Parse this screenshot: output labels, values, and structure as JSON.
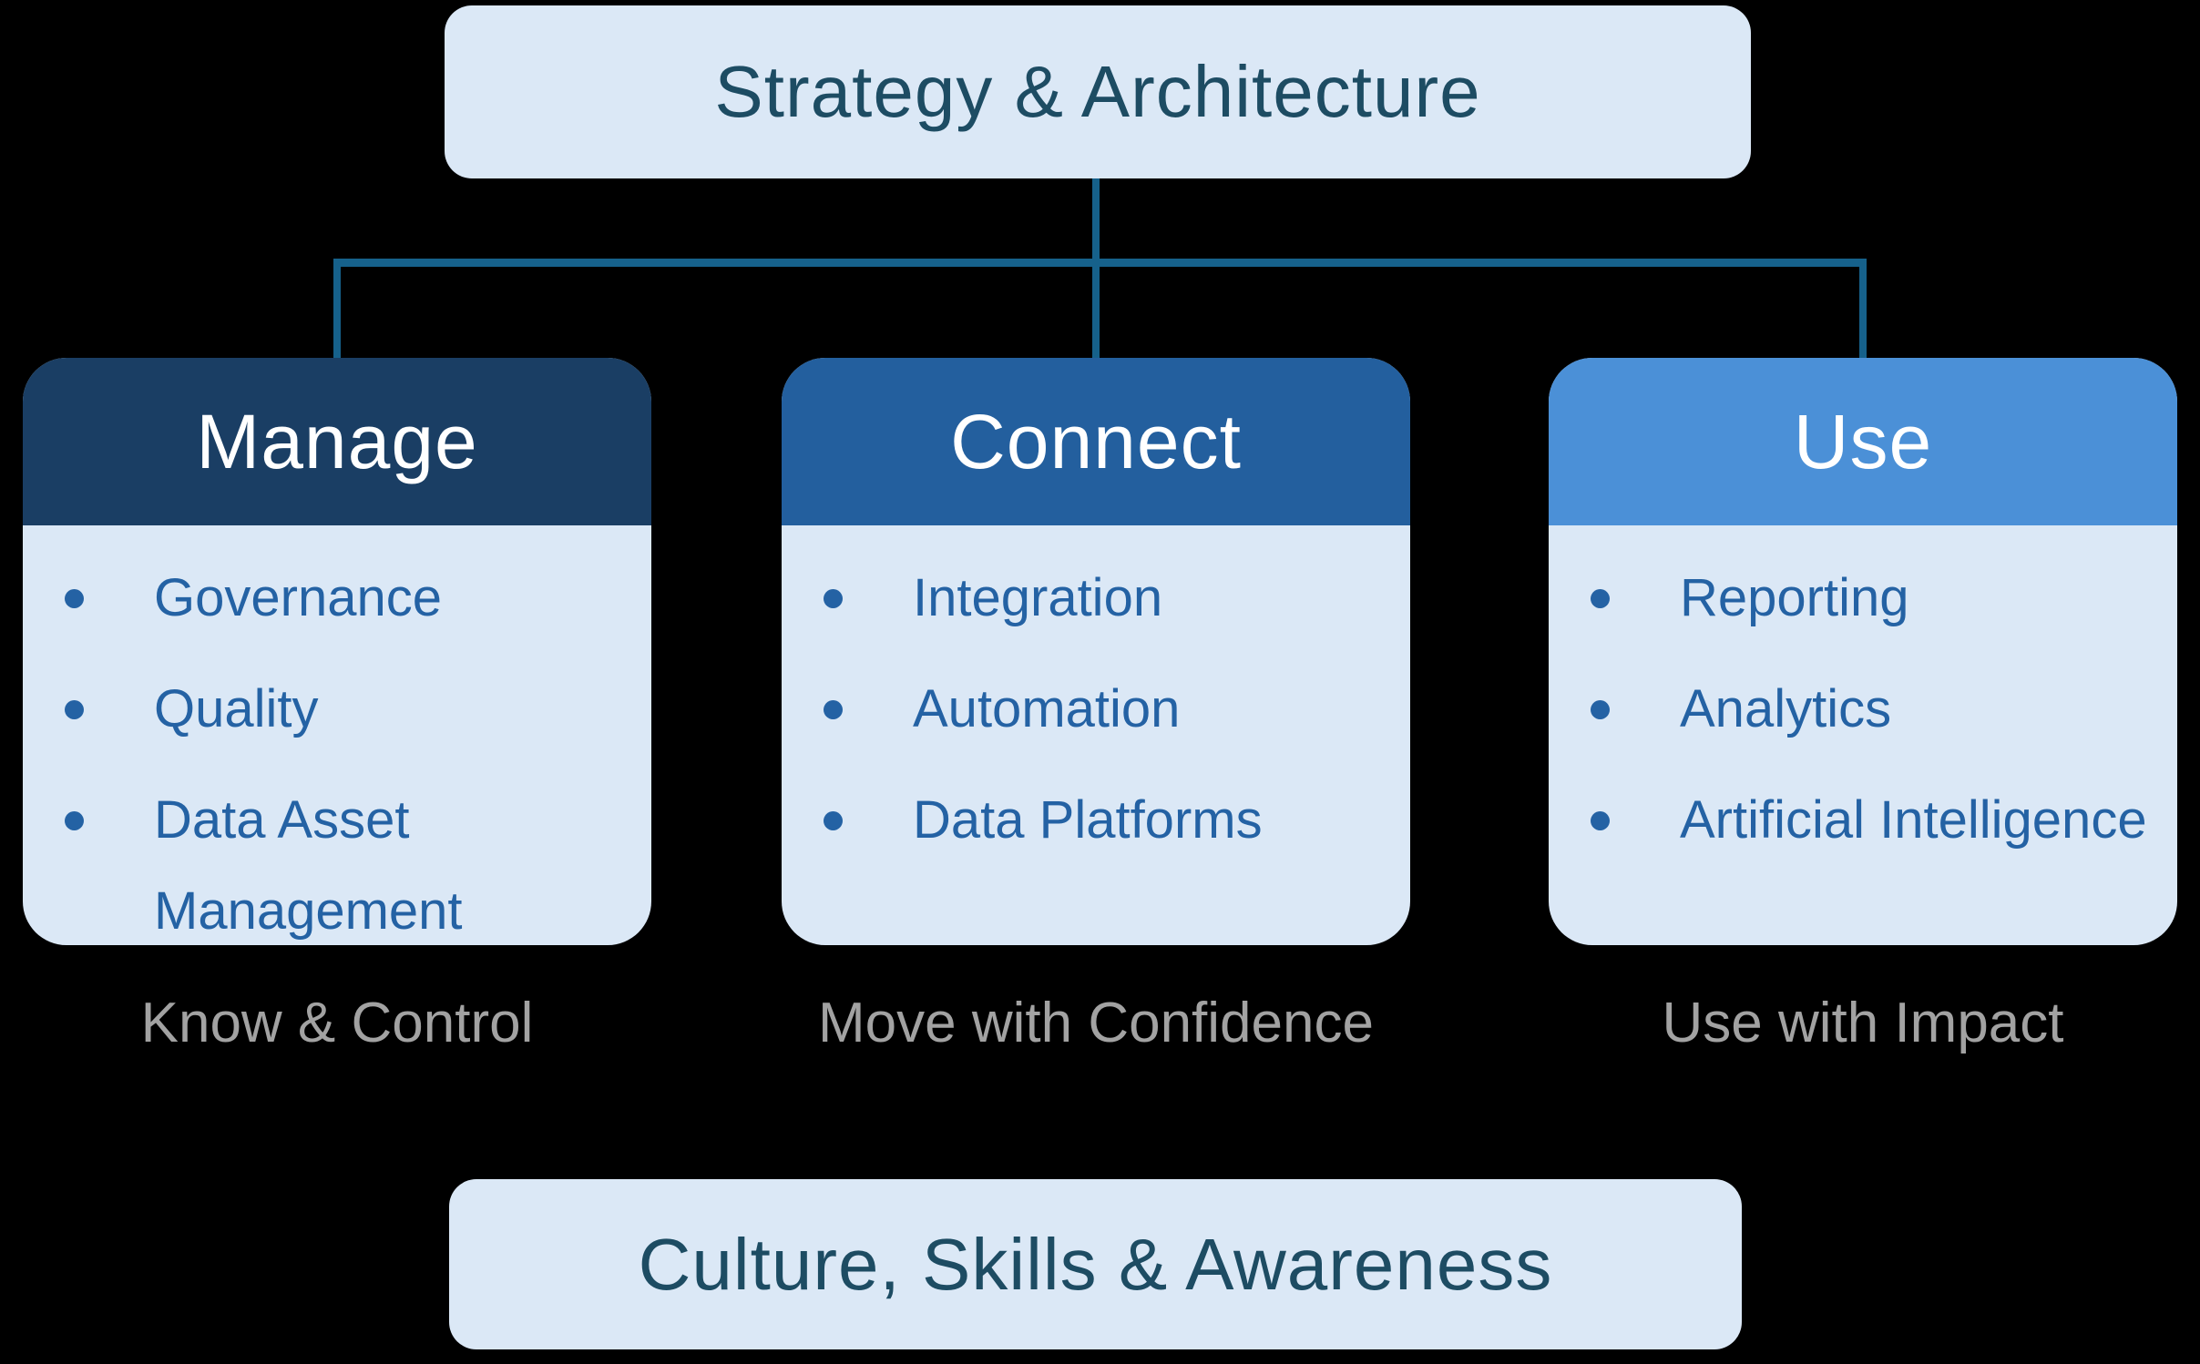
{
  "top_box": {
    "label": "Strategy & Architecture"
  },
  "bottom_box": {
    "label": "Culture, Skills & Awareness"
  },
  "cards": [
    {
      "title": "Manage",
      "items": [
        "Governance",
        "Quality",
        "Data Asset Management"
      ],
      "caption": "Know & Control",
      "header_color": "#1a3e64"
    },
    {
      "title": "Connect",
      "items": [
        "Integration",
        "Automation",
        "Data Platforms"
      ],
      "caption": "Move with Confidence",
      "header_color": "#235f9e"
    },
    {
      "title": "Use",
      "items": [
        "Reporting",
        "Analytics",
        "Artificial Intelligence"
      ],
      "caption": "Use with Impact",
      "header_color": "#4b90d7"
    }
  ],
  "colors": {
    "background": "#000000",
    "box_fill": "#dbe8f6",
    "band_title_text": "#1d4c63",
    "connector_line": "#16618b",
    "bullet_text": "#2462a4",
    "caption_text": "#a2a2a2",
    "header_title_text": "#ffffff"
  }
}
